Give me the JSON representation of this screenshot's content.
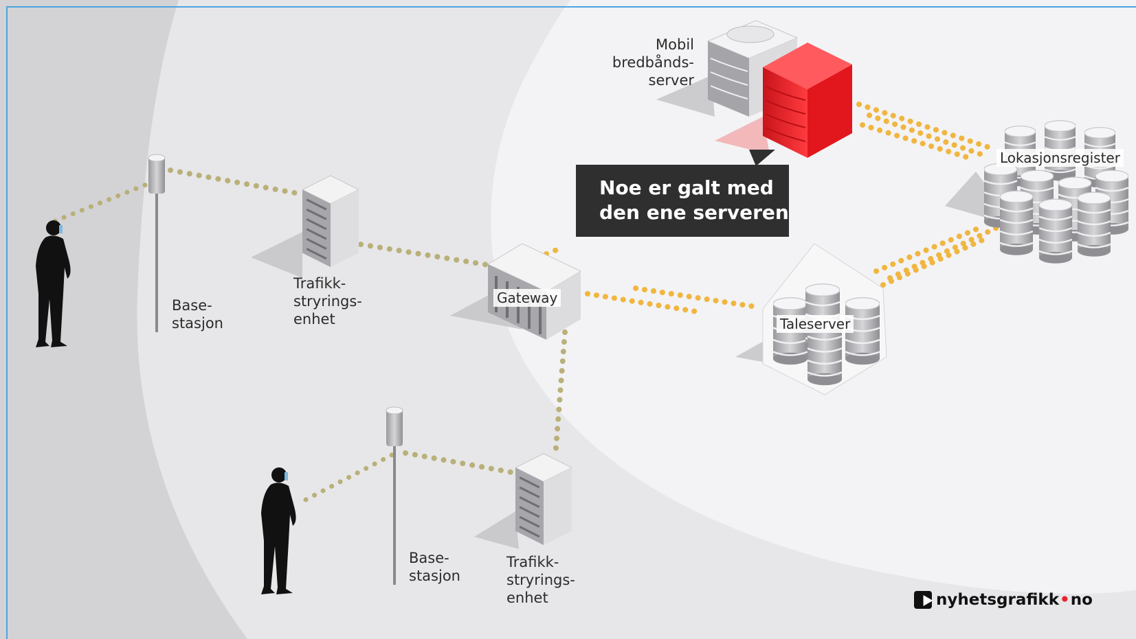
{
  "labels": {
    "base_station_top": [
      "Base-",
      "stasjon"
    ],
    "traffic_unit_top": [
      "Trafikk-",
      "stryrings-",
      "enhet"
    ],
    "gateway": "Gateway",
    "mobile_broadband_server": [
      "Mobil",
      "bredbånds-",
      "server"
    ],
    "voice_server": "Taleserver",
    "location_register": "Lokasjonsregister",
    "base_station_bottom": [
      "Base-",
      "stasjon"
    ],
    "traffic_unit_bottom": [
      "Trafikk-",
      "stryrings-",
      "enhet"
    ]
  },
  "callout": [
    "Noe er galt med",
    "den ene serveren"
  ],
  "logo": {
    "name": "nyhetsgrafikk",
    "separator": "•",
    "tld": "no"
  },
  "colors": {
    "background_outer": "#d3d3d6",
    "background_mid": "#e7e7e9",
    "background_inner": "#f2f2f4",
    "link_olive": "#b9b07a",
    "link_orange": "#f0b640",
    "faulty_server": "#e8222a",
    "callout_bg": "#2f2f2f",
    "frame": "#4da3e0"
  },
  "icons": [
    "person-phone-icon",
    "base-station-icon",
    "server-rack-icon",
    "gateway-icon",
    "database-server-icon"
  ]
}
